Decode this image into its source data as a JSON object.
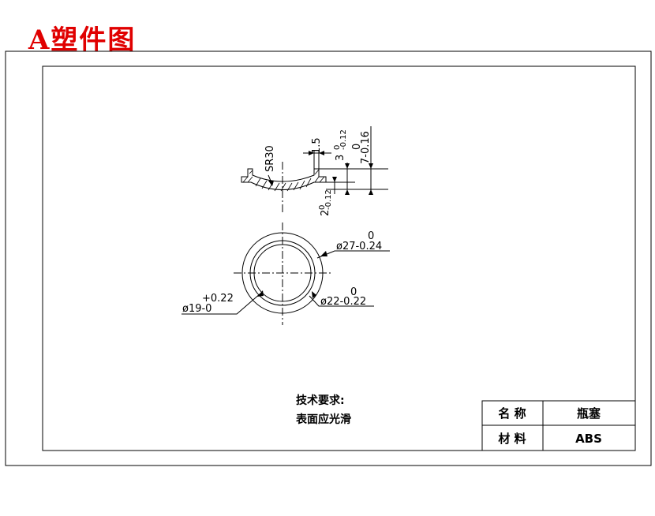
{
  "title": "A塑件图",
  "colors": {
    "title": "#e00000",
    "line": "#000000"
  },
  "dimensions": {
    "radius": "SR30",
    "wall": "1.5",
    "h1_nominal": "3",
    "h1_upper": "0",
    "h1_lower": "-0.12",
    "h2_nominal": "7",
    "h2_upper": "0",
    "h2_lower": "-0.16",
    "h3_nominal": "2",
    "h3_upper": "0",
    "h3_lower": "-0.12",
    "d27_upper": "0",
    "d27": "ø27-0.24",
    "d22_upper": "0",
    "d22": "ø22-0.22",
    "d19_upper": "+0.22",
    "d19": "ø19-0"
  },
  "notes": {
    "heading": "技术要求:",
    "line1": "表面应光滑"
  },
  "title_block": {
    "name_label": "名 称",
    "name_value": "瓶塞",
    "material_label": "材 料",
    "material_value": "ABS"
  }
}
